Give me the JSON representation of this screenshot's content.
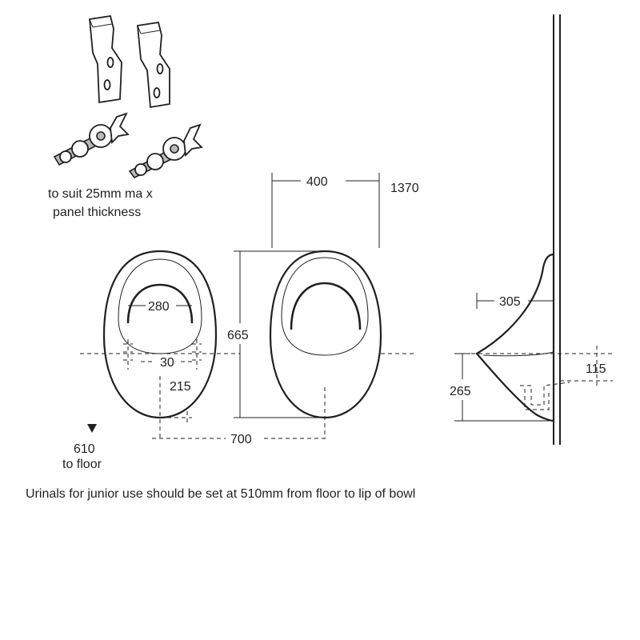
{
  "fixings": {
    "caption_line1": "to suit 25mm ma  x",
    "caption_line2": "panel thickness"
  },
  "dimensions": {
    "front_width": "400",
    "overall_height_label": "1370",
    "bowl_inner_width": "280",
    "height": "665",
    "fixing_centres": "30",
    "waste_offset": "215",
    "overall_width": "700",
    "projection": "305",
    "waste_height": "265",
    "waste_centre": "115",
    "floor_value": "610",
    "floor_label": "to floor"
  },
  "note": {
    "text": "Urinals for junior use should be set at 510mm from floor to lip of bowl"
  },
  "colors": {
    "line": "#231f20",
    "part_fill": "#b8b9bb",
    "background": "#ffffff"
  }
}
